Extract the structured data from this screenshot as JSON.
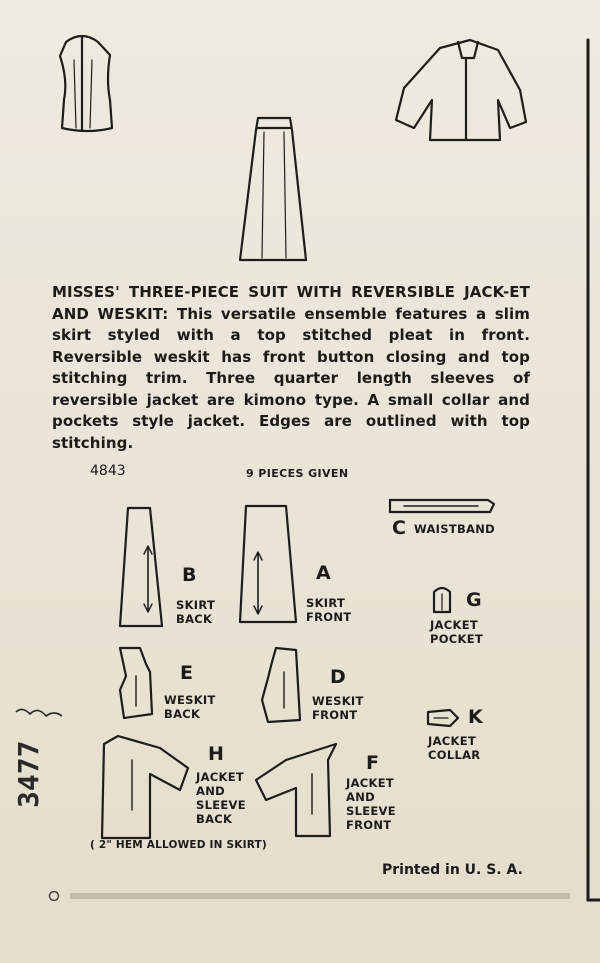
{
  "description": {
    "title": "MISSES' THREE-PIECE SUIT WITH REVERSIBLE JACK-ET AND WESKIT:",
    "body": "This versatile ensemble features a slim skirt styled with a top stitched pleat in front. Reversible weskit has front button closing and top stitching trim. Three quarter length sleeves of reversible jacket are kimono type. A small collar and pockets style jacket. Edges are outlined with top stitching."
  },
  "pattern_number": "4843",
  "pieces_given": "9 PIECES GIVEN",
  "pieces": [
    {
      "letter": "B",
      "label": [
        "SKIRT",
        "BACK"
      ]
    },
    {
      "letter": "A",
      "label": [
        "SKIRT",
        "FRONT"
      ]
    },
    {
      "letter": "C",
      "label": [
        "WAISTBAND"
      ]
    },
    {
      "letter": "G",
      "label": [
        "JACKET",
        "POCKET"
      ]
    },
    {
      "letter": "E",
      "label": [
        "WESKIT",
        "BACK"
      ]
    },
    {
      "letter": "D",
      "label": [
        "WESKIT",
        "FRONT"
      ]
    },
    {
      "letter": "K",
      "label": [
        "JACKET",
        "COLLAR"
      ]
    },
    {
      "letter": "H",
      "label": [
        "JACKET",
        "AND",
        "SLEEVE",
        "BACK"
      ]
    },
    {
      "letter": "F",
      "label": [
        "JACKET",
        "AND",
        "SLEEVE",
        "FRONT"
      ]
    }
  ],
  "hem_note": "( 2\" HEM ALLOWED IN SKIRT)",
  "printed": "Printed in U. S. A.",
  "stamp": "3477"
}
